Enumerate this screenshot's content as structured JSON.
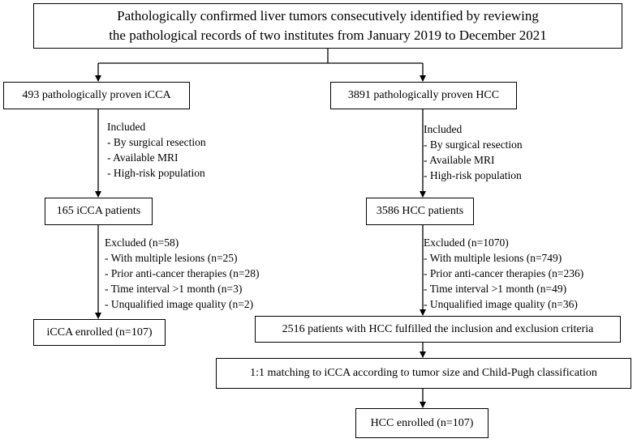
{
  "top": {
    "line1": "Pathologically confirmed liver tumors consecutively identified by reviewing",
    "line2": "the pathological records of two institutes from January 2019 to December 2021"
  },
  "left": {
    "source": "493 pathologically proven iCCA",
    "included": {
      "title": "Included",
      "items": [
        "- By surgical resection",
        "- Available MRI",
        "- High-risk population"
      ]
    },
    "patients": "165 iCCA patients",
    "excluded": {
      "title": "Excluded (n=58)",
      "items": [
        "- With multiple lesions (n=25)",
        "- Prior anti-cancer therapies (n=28)",
        "- Time interval >1 month (n=3)",
        "- Unqualified image quality (n=2)"
      ]
    },
    "enrolled": "iCCA enrolled (n=107)"
  },
  "right": {
    "source": "3891 pathologically proven HCC",
    "included": {
      "title": "Included",
      "items": [
        "- By surgical resection",
        "- Available MRI",
        "- High-risk population"
      ]
    },
    "patients": "3586 HCC patients",
    "excluded": {
      "title": "Excluded (n=1070)",
      "items": [
        "- With multiple lesions (n=749)",
        "- Prior anti-cancer therapies (n=236)",
        "- Time interval >1 month (n=49)",
        "- Unqualified image quality (n=36)"
      ]
    },
    "fulfilled": "2516 patients with HCC fulfilled the inclusion and exclusion criteria",
    "matching": "1:1 matching to iCCA according to tumor size and Child-Pugh classification",
    "enrolled": "HCC enrolled (n=107)"
  }
}
